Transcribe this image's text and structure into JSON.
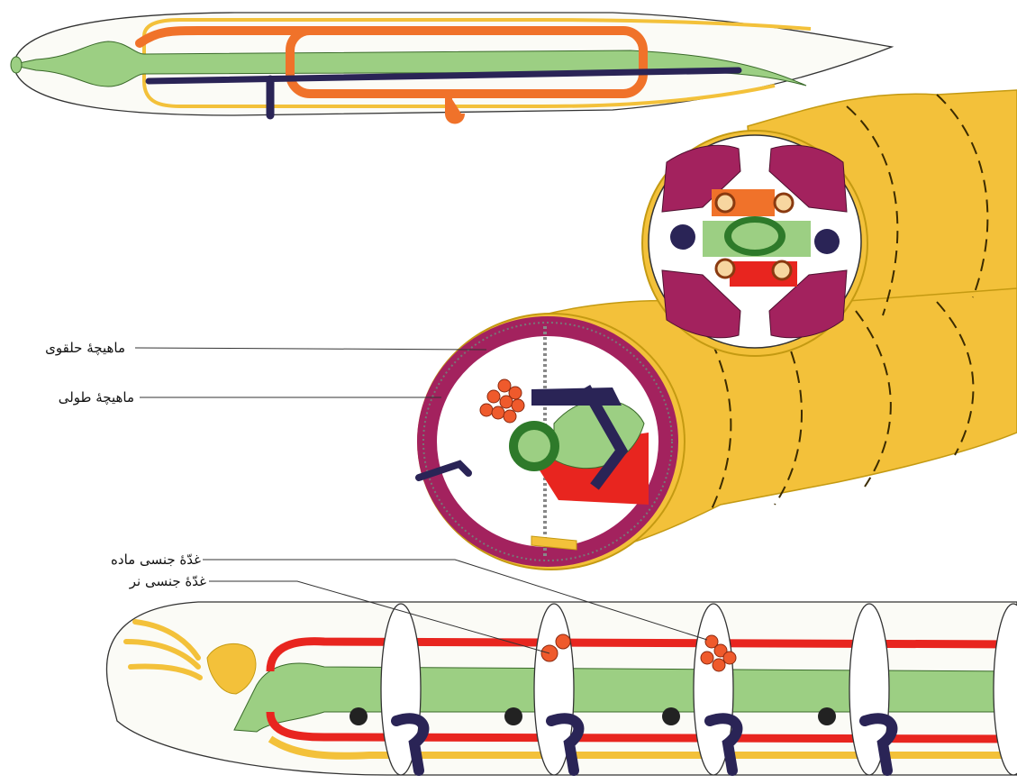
{
  "labels": {
    "circular_muscle": "ماهیچهٔ حلقوی",
    "longitudinal_muscle": "ماهیچهٔ طولی",
    "female_gonad": "غدّهٔ جنسی ماده",
    "male_gonad": "غدّهٔ جنسی نر"
  },
  "colors": {
    "body_yellow": "#f3c13a",
    "gut_green": "#9ccf83",
    "vessel_orange": "#f0722a",
    "vessel_red": "#e8251f",
    "nerve_navy": "#2a2456",
    "muscle_magenta": "#a3225e",
    "gonad_orange": "#ef5a2c"
  }
}
